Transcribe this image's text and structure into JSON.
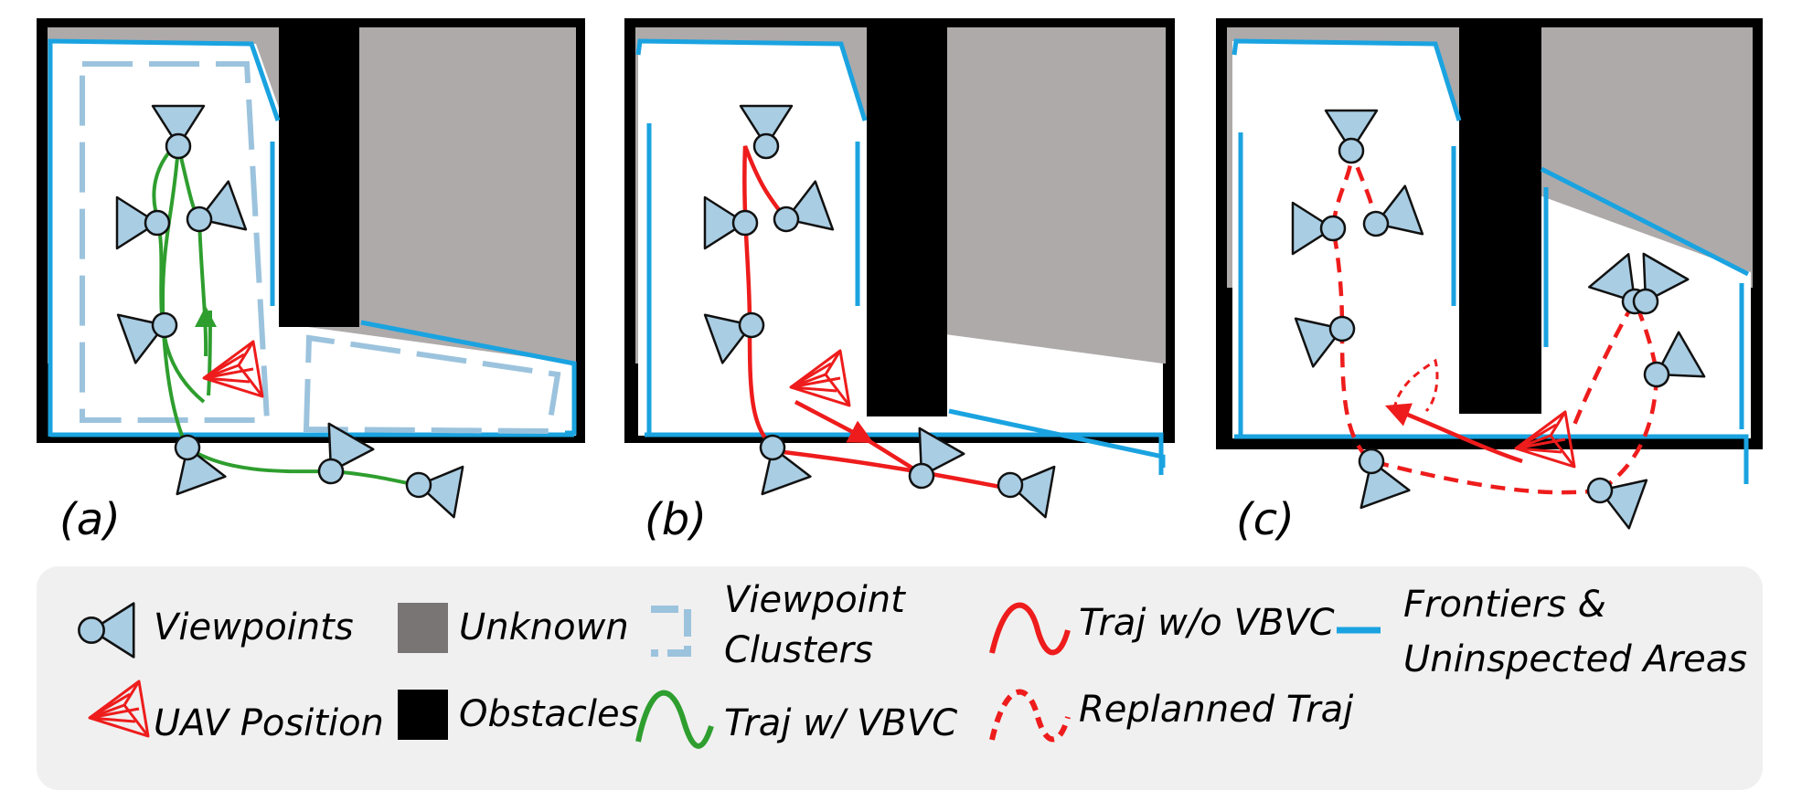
{
  "panels": [
    {
      "id": "a",
      "label": "(a)"
    },
    {
      "id": "b",
      "label": "(b)"
    },
    {
      "id": "c",
      "label": "(c)"
    }
  ],
  "legend": {
    "viewpoints": "Viewpoints",
    "unknown": "Unknown",
    "viewpoint_clusters_line1": "Viewpoint",
    "viewpoint_clusters_line2": "Clusters",
    "traj_without_vbvc": "Traj w/o VBVC",
    "frontiers_line1": "Frontiers &",
    "frontiers_line2": "Uninspected Areas",
    "uav_position": "UAV Position",
    "obstacles": "Obstacles",
    "traj_with_vbvc": "Traj w/ VBVC",
    "replanned_traj": "Replanned Traj"
  },
  "colors": {
    "unknown": "#aeaaaa",
    "obstacle": "#000000",
    "viewpoint_fill": "#a9cde3",
    "frontier": "#1aa3e0",
    "cluster": "#9cc3dd",
    "traj_vbvc": "#2e9e2e",
    "traj_red": "#ee1c1c",
    "legend_bg": "#f0f0f0"
  }
}
